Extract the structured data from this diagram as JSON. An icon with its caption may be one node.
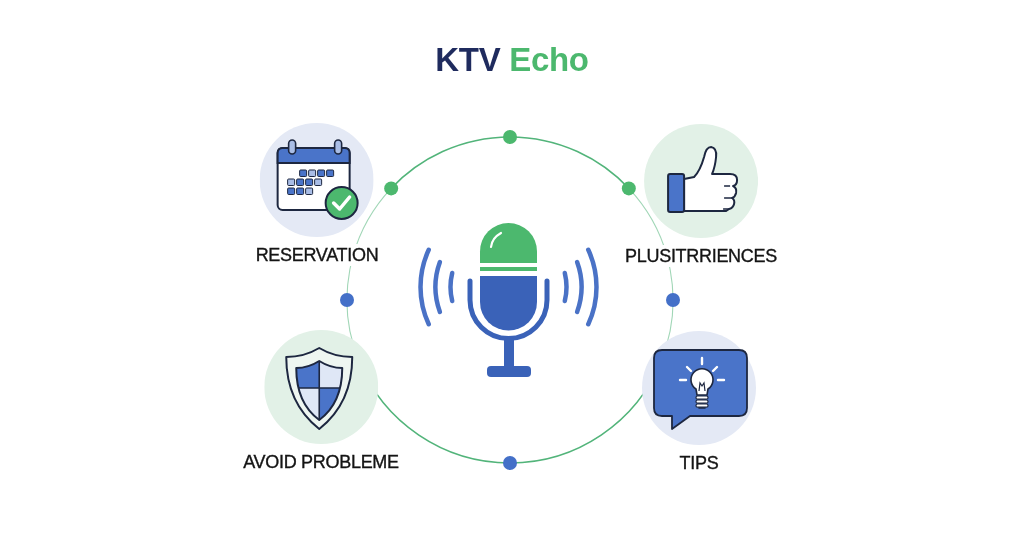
{
  "diagram": {
    "title": "KTV Echo",
    "nodes": [
      {
        "text": [
          "RESERVATION"
        ]
      },
      {
        "text": [
          "PLUSITRRIENCES"
        ]
      },
      {
        "text": [
          "AVOID PROBLEME"
        ]
      },
      {
        "text": [
          "TIPS"
        ]
      }
    ]
  }
}
